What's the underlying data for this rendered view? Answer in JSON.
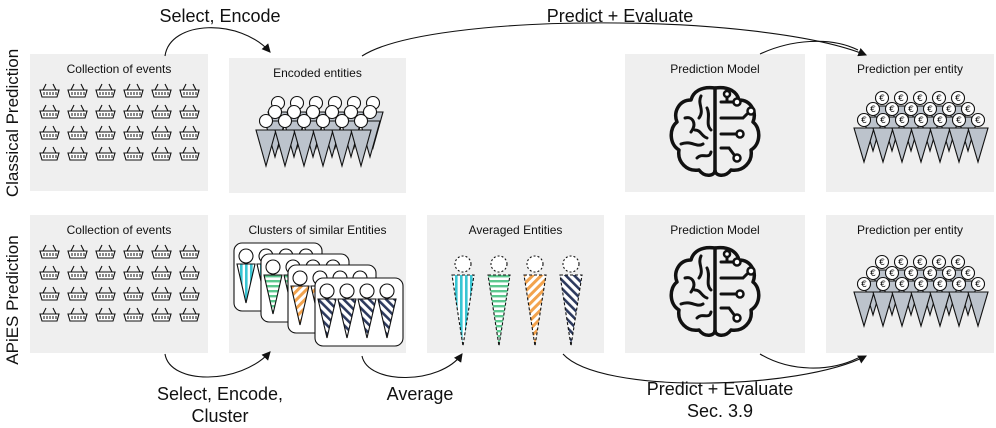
{
  "row_labels": {
    "classical": "Classical Prediction",
    "apies": "APiES Prediction"
  },
  "flow_labels": {
    "top_select_encode": "Select, Encode",
    "top_predict_evaluate": "Predict + Evaluate",
    "bottom_select_encode_cluster_line1": "Select, Encode,",
    "bottom_select_encode_cluster_line2": "Cluster",
    "bottom_average": "Average",
    "bottom_predict_evaluate_line1": "Predict + Evaluate",
    "bottom_predict_evaluate_line2": "Sec. 3.9"
  },
  "classical": {
    "events_title": "Collection of events",
    "encoded_title": "Encoded entities",
    "model_title": "Prediction Model",
    "prediction_title": "Prediction per entity"
  },
  "apies": {
    "events_title": "Collection of events",
    "clusters_title": "Clusters of similar Entities",
    "averaged_title": "Averaged Entities",
    "model_title": "Prediction Model",
    "prediction_title": "Prediction per entity"
  },
  "icons": {
    "event": "shopping-basket-icon",
    "entity": "person-cone-icon",
    "model": "brain-circuit-icon",
    "prediction": "euro-coin-entity-icon"
  },
  "colors": {
    "panel_bg": "#efefef",
    "cone_fill": "#bcc3cc",
    "teal": "#39c5d3",
    "green": "#5cc88f",
    "orange": "#f2a34e",
    "navy": "#2d3a5e"
  }
}
